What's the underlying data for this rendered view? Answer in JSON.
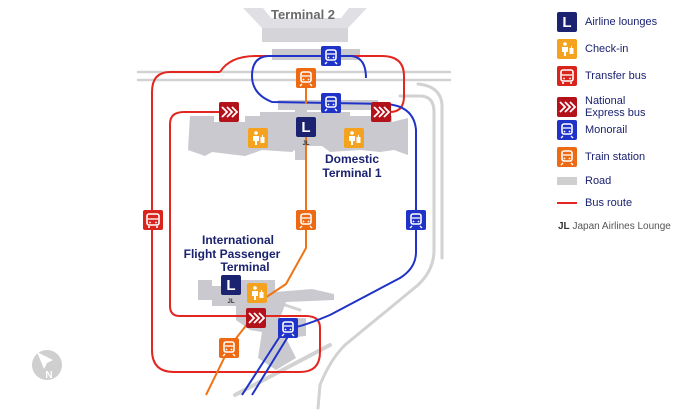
{
  "map": {
    "terminals": {
      "terminal2": "Terminal 2",
      "domestic_line1": "Domestic",
      "domestic_line2": "Terminal 1",
      "intl_line1": "International",
      "intl_line2": "Flight Passenger",
      "intl_line3": "Terminal"
    },
    "lounge_code": "JL",
    "compass": "N",
    "icons": {
      "lounge": "L",
      "checkin": "person-luggage-icon",
      "transfer_bus": "bus-icon",
      "express_bus": "double-chevron-icon",
      "monorail": "train-icon",
      "train_station": "train-icon"
    }
  },
  "legend": {
    "items": [
      {
        "key": "airline_lounges",
        "label": "Airline lounges",
        "color": "#1b2270"
      },
      {
        "key": "check_in",
        "label": "Check-in",
        "color": "#f08a1c"
      },
      {
        "key": "transfer_bus",
        "label": "Transfer bus",
        "color": "#d9231d"
      },
      {
        "key": "national_express_bus",
        "label": "National Express bus",
        "color": "#b4121a"
      },
      {
        "key": "monorail",
        "label": "Monorail",
        "color": "#1f33c8"
      },
      {
        "key": "train_station",
        "label": "Train station",
        "color": "#ee6a12"
      },
      {
        "key": "road",
        "label": "Road",
        "color": "#cfcfcf"
      },
      {
        "key": "bus_route",
        "label": "Bus route",
        "color": "#e3261f"
      }
    ],
    "note_code": "JL",
    "note_text": "Japan Airlines Lounge"
  },
  "colors": {
    "road": "#d2d2d2",
    "bus_route": "#e3261f",
    "monorail_line": "#1f33c8",
    "train_line": "#ef7415",
    "terminal_fill": "#c9c9cf",
    "lounge": "#1b2270"
  }
}
